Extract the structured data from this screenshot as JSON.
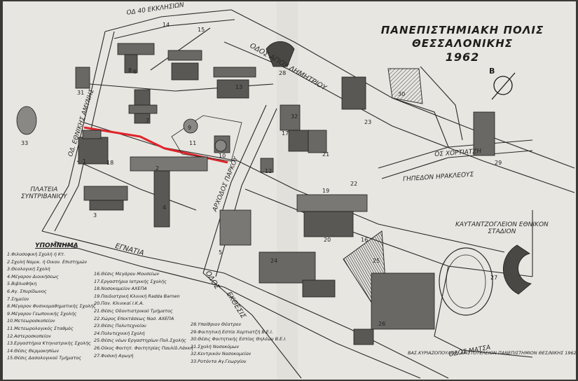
{
  "title": {
    "line1": "ΠΑΝΕΠΙΣΤΗΜΙΑΚΗ ΠΟΛΙΣ",
    "line2": "ΘΕΣΣΑΛΟΝΙΚΗΣ",
    "line3": "1962"
  },
  "north_label": "Β",
  "streets": {
    "ethnikis_amynis": "ΟΔ. ΕΘΝΙΚΗΣ ΑΜΥΝΗΣ",
    "40_ekklision": "ΟΔ 40 ΕΚΚΛΗΣΙΩΝ",
    "agiou_dimitriou": "ΟΔΟΣ ΑΓΙΟΥ ΔΗΜΗΤΡΙΟΥ",
    "chortiatzi": "ΟΣ ΧΟΡΤΙΑΤΖΗ",
    "egnatia": "ΕΓΝΑΤΙΑ",
    "odos": "ΟΔΟΣ",
    "ekthesis": "ΕΚΘΕΣΙΣ",
    "arkadias_parkou": "ΑΡΧΟΔΟΣ ΠΑΡΚΟΥ",
    "matsa": "ΟΔΟΣ ΜΑΤΣΑ"
  },
  "places": {
    "sintrivaniou_1": "ΠΛΑΤΕΙΑ",
    "sintrivaniou_2": "ΣΥΝΤΡΙΒΑΝΙΟΥ",
    "irakleous": "ΓΗΠΕΔΟΝ ΗΡΑΚΛΕΟΥΣ",
    "stadion_1": "ΚΑΥΤΑΝΤΖΟΓΛΕΙΟΝ ΕΘΝΙΚΟΝ",
    "stadion_2": "ΣΤΑΔΙΟΝ"
  },
  "map_numbers": [
    "1",
    "2",
    "3",
    "4",
    "5",
    "6",
    "7",
    "8",
    "9",
    "10",
    "11",
    "12",
    "13",
    "14",
    "15",
    "16",
    "17",
    "18",
    "19",
    "20",
    "21",
    "22",
    "23",
    "24",
    "25",
    "26",
    "27",
    "28",
    "29",
    "30",
    "31",
    "32",
    "33"
  ],
  "legend": {
    "title": "ΥΠΟΜΝΗΜΑ",
    "col1": [
      "1.Φιλοσοφική Σχολή ή Κτ.",
      "2.Σχολή Νομικ. ή Οικον. Επιστημών",
      "3.Θεολογική Σχολή",
      "4.Μέγαρον Διοικήσεως",
      "5.Βιβλιοθήκη",
      "6.Αγ. Σπυρίδωνος",
      "7.Σημείον",
      "8.Μέγαρον Φυσικομαθηματικής Σχολής",
      "9.Μέγαρον Γεωπονικής Σχολής",
      "10.Μετεωροσκοπείον",
      "11.Μετεωρολογικός Σταθμός",
      "12.Αστεροσκοπείον",
      "13.Εργαστήρια Κτηνιατρικής Σχολής",
      "14.Θέσις Θερμοκηπίων",
      "15.Θέσις Δασολογικού Τμήματος"
    ],
    "col2": [
      "16.Θέσις Μεγάρου Μουσείων",
      "17.Εργαστήρια Ιατρικής Σχολής",
      "18.Νοσοκομείον ΑΧΕΠΑ",
      "19.Παιδιατρική Κλινική Radda Barnen",
      "20.Παν. Κλινικαί Ι.Κ.Α.",
      "21.Θέσις Οδοντιατρικού Τμήματος",
      "22.Χώρος Επεκτάσεως Νοσ. ΑΧΕΠΑ",
      "23.Θέσις Πολυτεχνείου",
      "24.Πολυτεχνική Σχολή",
      "25.Θέσις νέων Εργαστηρίων Πολ.Σχολής",
      "26.Οίκος Φοιτητ. Φοιτητρίας Παυλίδ.Λάκκη",
      "27.Φυσική Αγωγή"
    ],
    "col3": [
      "28.Υπαίθριον Θέατρον",
      "29.Φοιτητική Εστία Χορτιατζή Β.Ε.Ι.",
      "30.Θέσις Φοιτητικής Εστίας Θηλέων Β.Ε.Ι.",
      "31.Σχολή Νοσοκόμων",
      "32.Κεντρικόν Νοσοκομείον",
      "33.Ροτόντα Αγ.Γεωργίου"
    ]
  },
  "credit": "ΒΑΣ.ΚΥΡΙΑΖΟΠΟΥΛΟΥ: ΑΡΙΣΤΟΤΕΛΕΙΟΝ ΠΑΝΕΠΙΣΤΗΜΙΟΝ ΘΕΣ/ΝΙΚΗΣ 1962",
  "colors": {
    "paper": "#e8e6e1",
    "ink": "#1e1d1b",
    "highlight": "#e0242a",
    "building": "#4a4845",
    "hatched": "#7a7875"
  }
}
